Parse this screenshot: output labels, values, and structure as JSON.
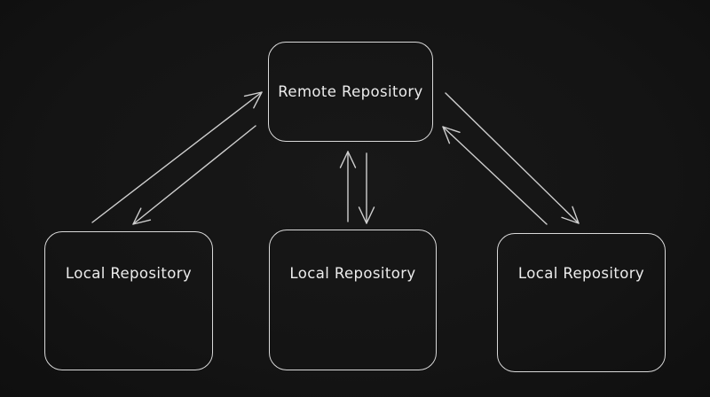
{
  "diagram": {
    "background_color": "#131313",
    "stroke_color": "#d9d9d9",
    "arrow_color": "#cfcfcf",
    "text_color": "#ececec",
    "nodes": [
      {
        "id": "remote-repository",
        "label": "Remote Repository"
      },
      {
        "id": "local-repository-1",
        "label": "Local Repository"
      },
      {
        "id": "local-repository-2",
        "label": "Local Repository"
      },
      {
        "id": "local-repository-3",
        "label": "Local Repository"
      }
    ],
    "edges": [
      {
        "from": "local-repository-1",
        "to": "remote-repository"
      },
      {
        "from": "remote-repository",
        "to": "local-repository-1"
      },
      {
        "from": "local-repository-2",
        "to": "remote-repository"
      },
      {
        "from": "remote-repository",
        "to": "local-repository-2"
      },
      {
        "from": "local-repository-3",
        "to": "remote-repository"
      },
      {
        "from": "remote-repository",
        "to": "local-repository-3"
      }
    ]
  }
}
